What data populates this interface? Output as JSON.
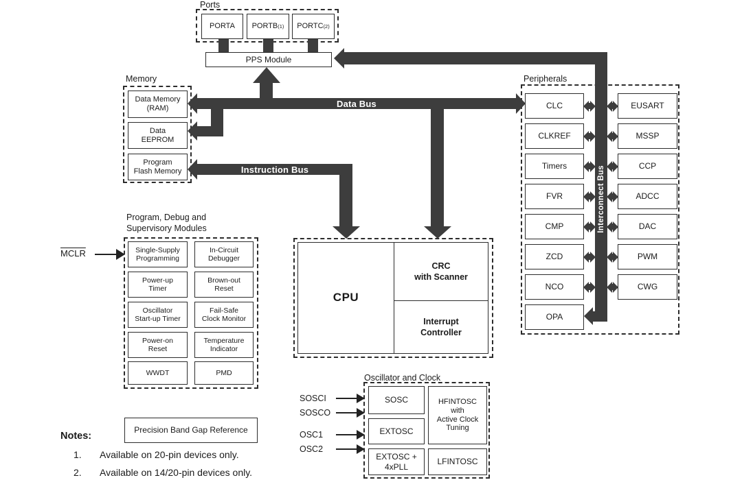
{
  "colors": {
    "bus": "#3d3d3d",
    "border": "#2b2b2b",
    "text": "#1a1a1a"
  },
  "ports": {
    "section_label": "Ports",
    "items": [
      {
        "name": "PORTA",
        "note": ""
      },
      {
        "name": "PORTB",
        "note": "(1)"
      },
      {
        "name": "PORTC",
        "note": "(2)"
      }
    ]
  },
  "pps": {
    "label": "PPS Module"
  },
  "buses": {
    "data_bus": "Data Bus",
    "instruction_bus": "Instruction Bus",
    "interconnect_bus": "Interconnect Bus"
  },
  "memory": {
    "section_label": "Memory",
    "items": [
      "Data Memory\n(RAM)",
      "Data\nEEPROM",
      "Program\nFlash Memory"
    ]
  },
  "debug": {
    "section_label": "Program, Debug and\nSupervisory Modules",
    "items": [
      "Single-Supply\nProgramming",
      "In-Circuit\nDebugger",
      "Power-up\nTimer",
      "Brown-out\nReset",
      "Oscillator\nStart-up Timer",
      "Fail-Safe\nClock Monitor",
      "Power-on\nReset",
      "Temperature\nIndicator",
      "WWDT",
      "PMD"
    ]
  },
  "mclr": {
    "label": "MCLR"
  },
  "cpu": {
    "label": "CPU",
    "crc": "CRC\nwith Scanner",
    "interrupt": "Interrupt\nController"
  },
  "peripherals": {
    "section_label": "Peripherals",
    "left": [
      "CLC",
      "CLKREF",
      "Timers",
      "FVR",
      "CMP",
      "ZCD",
      "NCO",
      "OPA"
    ],
    "right": [
      "EUSART",
      "MSSP",
      "CCP",
      "ADCC",
      "DAC",
      "PWM",
      "CWG"
    ]
  },
  "oscillator": {
    "section_label": "Oscillator and Clock",
    "left": [
      "SOSC",
      "EXTOSC",
      "EXTOSC +\n4xPLL"
    ],
    "right": [
      "HFINTOSC\nwith\nActive Clock\nTuning",
      "LFINTOSC"
    ],
    "pins": [
      "SOSCI",
      "SOSCO",
      "OSC1",
      "OSC2"
    ]
  },
  "band_gap": {
    "label": "Precision Band Gap Reference"
  },
  "notes": {
    "label": "Notes:",
    "items": [
      {
        "num": "1.",
        "text": "Available on 20-pin devices only."
      },
      {
        "num": "2.",
        "text": "Available on 14/20-pin devices only."
      }
    ]
  }
}
